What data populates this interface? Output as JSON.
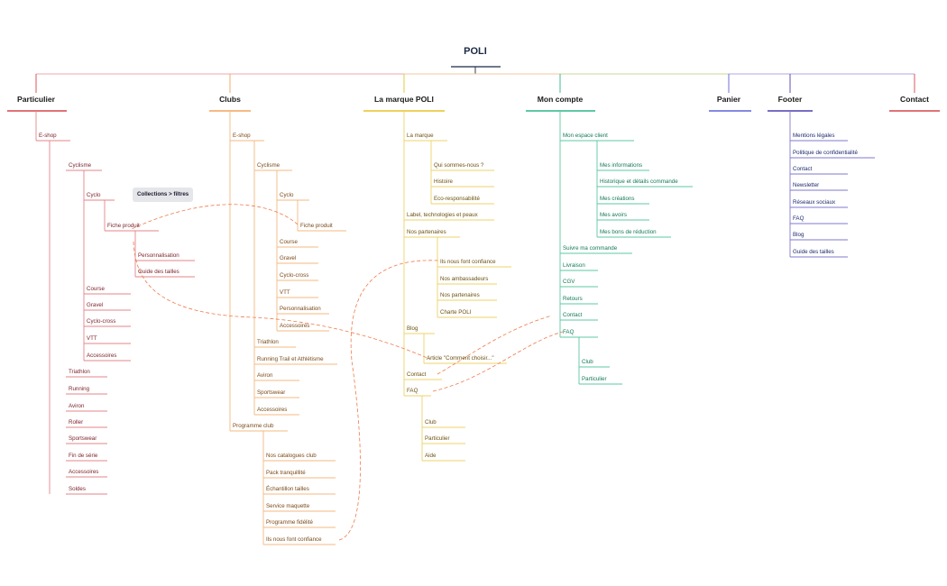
{
  "root": {
    "label": "POLI",
    "color": "#1a2a44"
  },
  "sections": [
    {
      "label": "Particulier",
      "color": "#d6454a"
    },
    {
      "label": "Clubs",
      "color": "#f2a45c"
    },
    {
      "label": "La marque POLI",
      "color": "#e8c226"
    },
    {
      "label": "Mon compte",
      "color": "#2bb586"
    },
    {
      "label": "Panier",
      "color": "#5b62d6"
    },
    {
      "label": "Footer",
      "color": "#4b3fb0"
    },
    {
      "label": "Contact",
      "color": "#d6454a"
    }
  ],
  "text_colors": {
    "particulier": "#7a1f28",
    "clubs": "#7a4a18",
    "marque": "#6b5210",
    "compte": "#137a55",
    "footer": "#1e2a6e"
  },
  "note": {
    "label": "Collections > filtres"
  },
  "nodes": {
    "particulier": {
      "eshop": "E-shop",
      "cyclisme": "Cyclisme",
      "cyclo": "Cyclo",
      "fiche_produit": "Fiche produit",
      "personnalisation": "Personnalisation",
      "guide_tailles": "Guide des tailles",
      "course": "Course",
      "gravel": "Gravel",
      "cyclo_cross": "Cyclo-cross",
      "vtt": "VTT",
      "accessoires_cyclisme": "Accessoires",
      "triathlon": "Triathlon",
      "running": "Running",
      "aviron": "Aviron",
      "roller": "Roller",
      "sportswear": "Sportswear",
      "fin_serie": "Fin de série",
      "accessoires": "Accessoires",
      "soldes": "Soldes"
    },
    "clubs": {
      "eshop": "E-shop",
      "cyclisme": "Cyclisme",
      "cyclo": "Cyclo",
      "fiche_produit": "Fiche produit",
      "course": "Course",
      "gravel": "Gravel",
      "cyclo_cross": "Cyclo-cross",
      "vtt": "VTT",
      "personnalisation": "Personnalisation",
      "accessoires_cyclisme": "Accessoires",
      "triathlon": "Triathlon",
      "running_trail": "Running Trail et Athlétisme",
      "aviron": "Aviron",
      "sportswear": "Sportswear",
      "accessoires": "Accessoires",
      "programme": "Programme club",
      "catalogues": "Nos catalogues club",
      "pack": "Pack tranquillité",
      "echantillon": "Échantillon tailles",
      "maquette": "Service maquette",
      "fidelite": "Programme fidélité",
      "confiance": "Ils nous font confiance"
    },
    "marque": {
      "la_marque": "La marque",
      "qui": "Qui sommes-nous ?",
      "histoire": "Histoire",
      "eco": "Eco-responsabilité",
      "label_tech": "Label, technologies et peaux",
      "partenaires": "Nos partenaires",
      "confiance": "Ils nous font confiance",
      "ambassadeurs": "Nos ambassadeurs",
      "nos_partenaires": "Nos partenaires",
      "charte": "Charte POLI",
      "blog": "Blog",
      "article": "Article \"Comment choisir...\"",
      "contact": "Contact",
      "faq": "FAQ",
      "club": "Club",
      "particulier": "Particulier",
      "aide": "Aide"
    },
    "compte": {
      "espace": "Mon espace client",
      "infos": "Mes informations",
      "historique": "Historique et détails commande",
      "creations": "Mes créations",
      "avoirs": "Mes avoirs",
      "bons": "Mes bons de réduction",
      "suivre": "Suivre ma commande",
      "livraison": "Livraison",
      "cgv": "CGV",
      "retours": "Retours",
      "contact": "Contact",
      "faq": "FAQ",
      "club": "Club",
      "particulier": "Particulier"
    },
    "footer": {
      "mentions": "Mentions légales",
      "politique": "Politique de confidentialité",
      "contact": "Contact",
      "newsletter": "Newsletter",
      "reseaux": "Réseaux sociaux",
      "faq": "FAQ",
      "blog": "Blog",
      "guide": "Guide des tailles"
    }
  }
}
